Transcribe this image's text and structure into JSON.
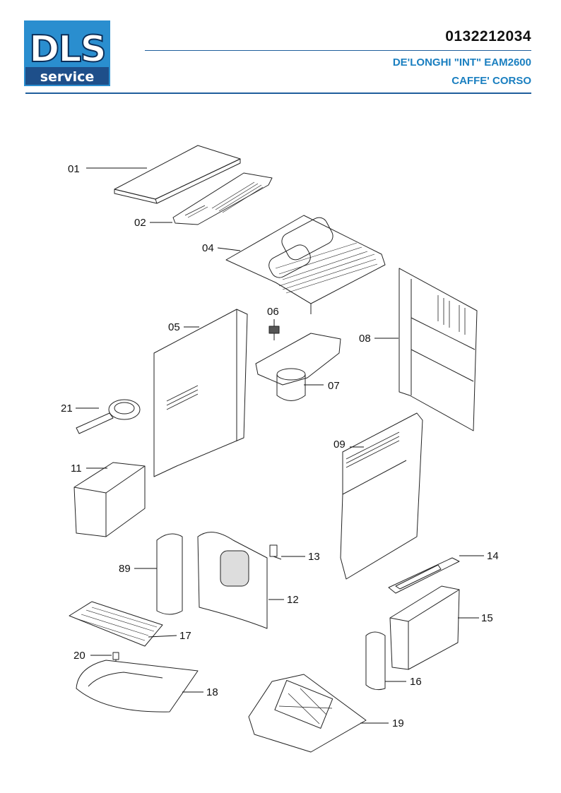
{
  "header": {
    "logo_top": "DLS",
    "logo_bottom": "service",
    "doc_number": "0132212034",
    "model": "DE'LONGHI \"INT\" EAM2600",
    "subtitle": "CAFFE' CORSO"
  },
  "colors": {
    "logo_blue": "#2a8ecf",
    "logo_dark": "#1e4f8a",
    "title_blue": "#1a7fc0",
    "line": "#222222"
  },
  "parts": [
    {
      "id": "01"
    },
    {
      "id": "02"
    },
    {
      "id": "04"
    },
    {
      "id": "05"
    },
    {
      "id": "06"
    },
    {
      "id": "07"
    },
    {
      "id": "08"
    },
    {
      "id": "09"
    },
    {
      "id": "11"
    },
    {
      "id": "12"
    },
    {
      "id": "13"
    },
    {
      "id": "14"
    },
    {
      "id": "15"
    },
    {
      "id": "16"
    },
    {
      "id": "17"
    },
    {
      "id": "18"
    },
    {
      "id": "19"
    },
    {
      "id": "20"
    },
    {
      "id": "21"
    },
    {
      "id": "89"
    }
  ]
}
